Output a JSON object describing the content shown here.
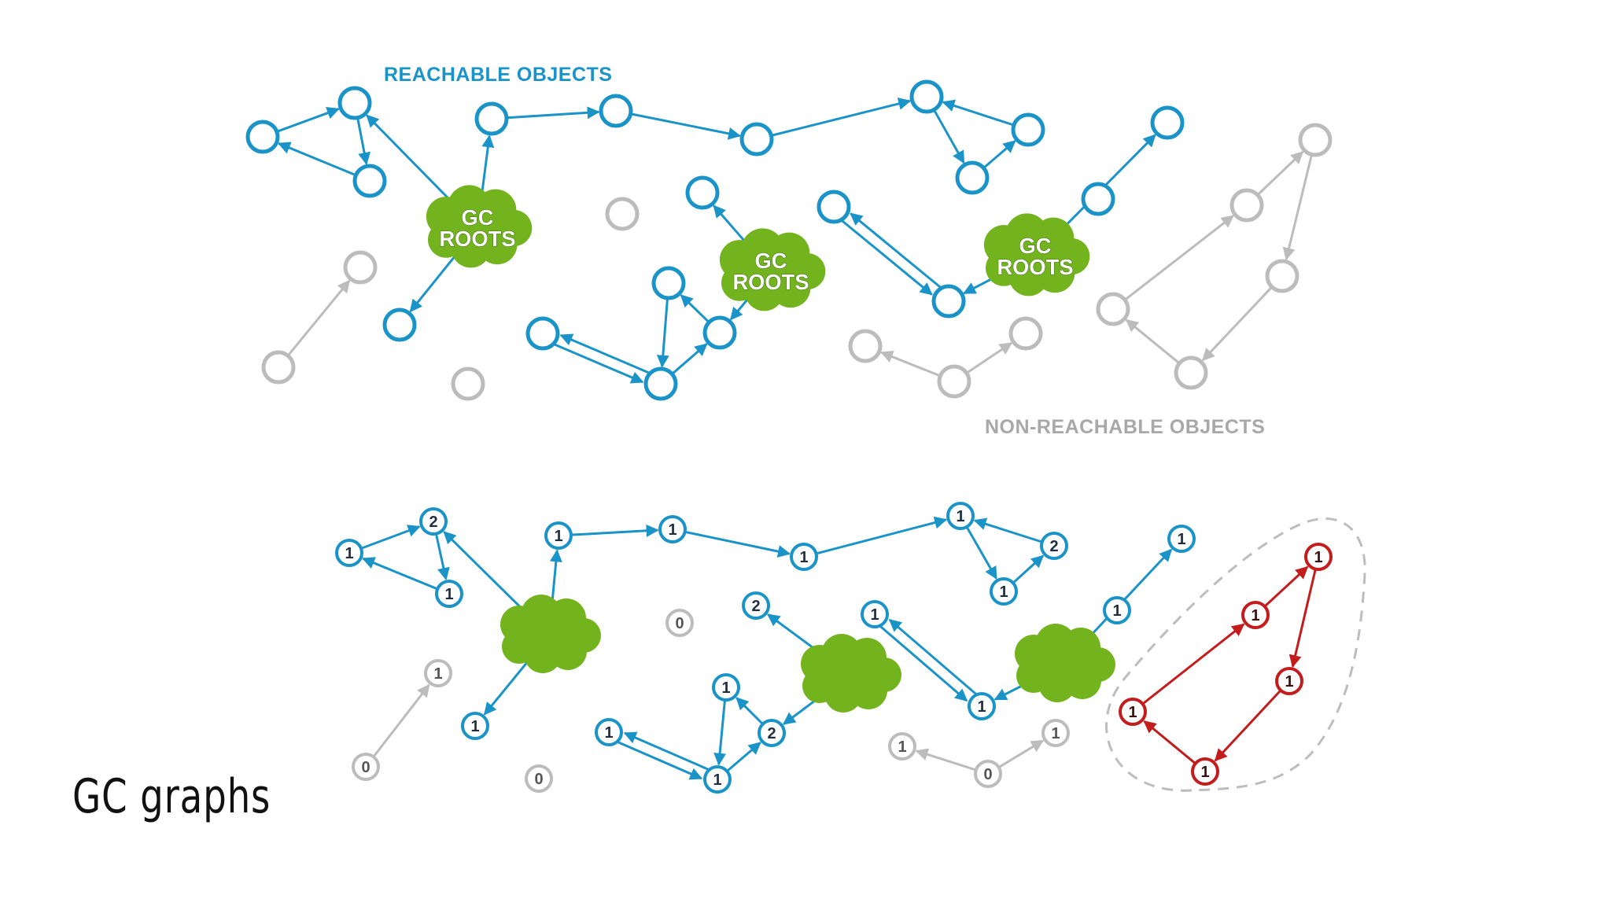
{
  "colors": {
    "reachable": "#1a94c8",
    "unreachable": "#bcbcbc",
    "cycle": "#c41c1c",
    "root": "#72b31e",
    "outline": "#bdbdbd"
  },
  "labels": {
    "reachable": "REACHABLE OBJECTS",
    "unreachable": "NON-REACHABLE OBJECTS",
    "gc_root_line1": "GC",
    "gc_root_line2": "ROOTS"
  },
  "caption": "GC graphs",
  "top_graph": {
    "roots": [
      "R1",
      "R2",
      "R3"
    ],
    "nodes": [
      {
        "id": "a1",
        "kind": "reachable"
      },
      {
        "id": "a2",
        "kind": "reachable"
      },
      {
        "id": "a3",
        "kind": "reachable"
      },
      {
        "id": "a4",
        "kind": "reachable"
      },
      {
        "id": "a5",
        "kind": "reachable"
      },
      {
        "id": "a6",
        "kind": "reachable"
      },
      {
        "id": "a7",
        "kind": "reachable"
      },
      {
        "id": "a8",
        "kind": "reachable"
      },
      {
        "id": "a9",
        "kind": "reachable"
      },
      {
        "id": "a10",
        "kind": "reachable"
      },
      {
        "id": "a11",
        "kind": "reachable"
      },
      {
        "id": "a12",
        "kind": "reachable"
      },
      {
        "id": "a13",
        "kind": "reachable"
      },
      {
        "id": "a14",
        "kind": "reachable"
      },
      {
        "id": "a15",
        "kind": "reachable"
      },
      {
        "id": "a16",
        "kind": "reachable"
      },
      {
        "id": "a17",
        "kind": "reachable"
      },
      {
        "id": "a18",
        "kind": "reachable"
      },
      {
        "id": "a19",
        "kind": "reachable"
      },
      {
        "id": "u1",
        "kind": "unreachable"
      },
      {
        "id": "u2",
        "kind": "unreachable"
      },
      {
        "id": "u3",
        "kind": "unreachable"
      },
      {
        "id": "u4",
        "kind": "unreachable"
      },
      {
        "id": "u5",
        "kind": "unreachable"
      },
      {
        "id": "u6",
        "kind": "unreachable"
      },
      {
        "id": "u7",
        "kind": "unreachable"
      },
      {
        "id": "u8",
        "kind": "unreachable"
      },
      {
        "id": "u9",
        "kind": "unreachable"
      },
      {
        "id": "u10",
        "kind": "unreachable"
      },
      {
        "id": "u11",
        "kind": "unreachable"
      },
      {
        "id": "u12",
        "kind": "unreachable"
      }
    ]
  },
  "bottom_graph": {
    "nodes": [
      {
        "id": "a1",
        "count": "1"
      },
      {
        "id": "a2",
        "count": "2"
      },
      {
        "id": "a3",
        "count": "1"
      },
      {
        "id": "a4",
        "count": "1"
      },
      {
        "id": "a5",
        "count": "1"
      },
      {
        "id": "a6",
        "count": "1"
      },
      {
        "id": "a7",
        "count": "1"
      },
      {
        "id": "a8",
        "count": "2"
      },
      {
        "id": "a9",
        "count": "1"
      },
      {
        "id": "a10",
        "count": "1"
      },
      {
        "id": "a11",
        "count": "1"
      },
      {
        "id": "a12",
        "count": "1"
      },
      {
        "id": "a13",
        "count": "1"
      },
      {
        "id": "a14",
        "count": "2"
      },
      {
        "id": "a15",
        "count": "1"
      },
      {
        "id": "a16",
        "count": "1"
      },
      {
        "id": "a17",
        "count": "2"
      },
      {
        "id": "a18",
        "count": "1"
      },
      {
        "id": "a19",
        "count": "1"
      },
      {
        "id": "u1",
        "count": "0"
      },
      {
        "id": "u2",
        "count": "1"
      },
      {
        "id": "u3",
        "count": "0"
      },
      {
        "id": "u4",
        "count": "0"
      },
      {
        "id": "u5",
        "count": "1"
      },
      {
        "id": "u6",
        "count": "0"
      },
      {
        "id": "u7",
        "count": "1"
      },
      {
        "id": "c1",
        "count": "1"
      },
      {
        "id": "c2",
        "count": "1"
      },
      {
        "id": "c3",
        "count": "1"
      },
      {
        "id": "c4",
        "count": "1"
      },
      {
        "id": "c5",
        "count": "1"
      }
    ]
  }
}
